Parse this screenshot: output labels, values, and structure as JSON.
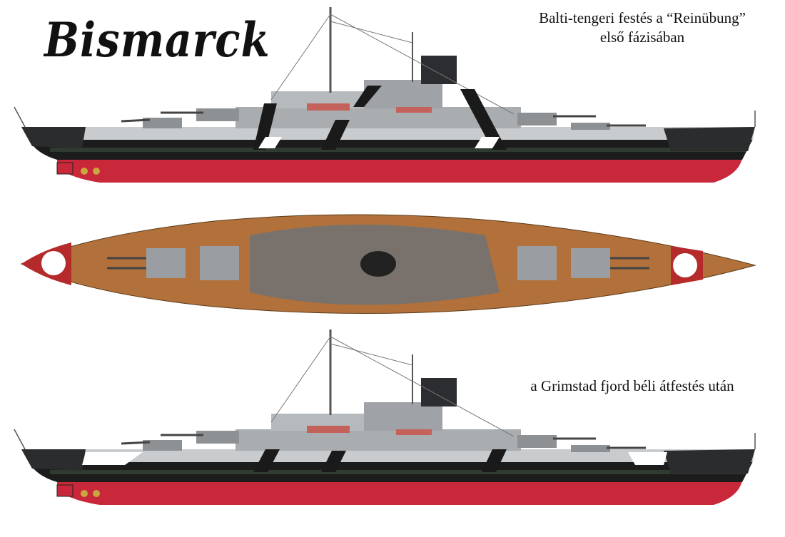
{
  "title": "Bismarck",
  "captions": {
    "top_line1": "Balti-tengeri festés a “Reinübung”",
    "top_line2": "első fázisában",
    "bottom": "a Grimstad fjord béli átfestés után"
  },
  "colors": {
    "hull_red": "#c8283a",
    "boot_black": "#1a1a1a",
    "hull_grey": "#c9ccce",
    "dark_grey": "#3a3d40",
    "deck_wood": "#b2713a",
    "white": "#ffffff"
  }
}
